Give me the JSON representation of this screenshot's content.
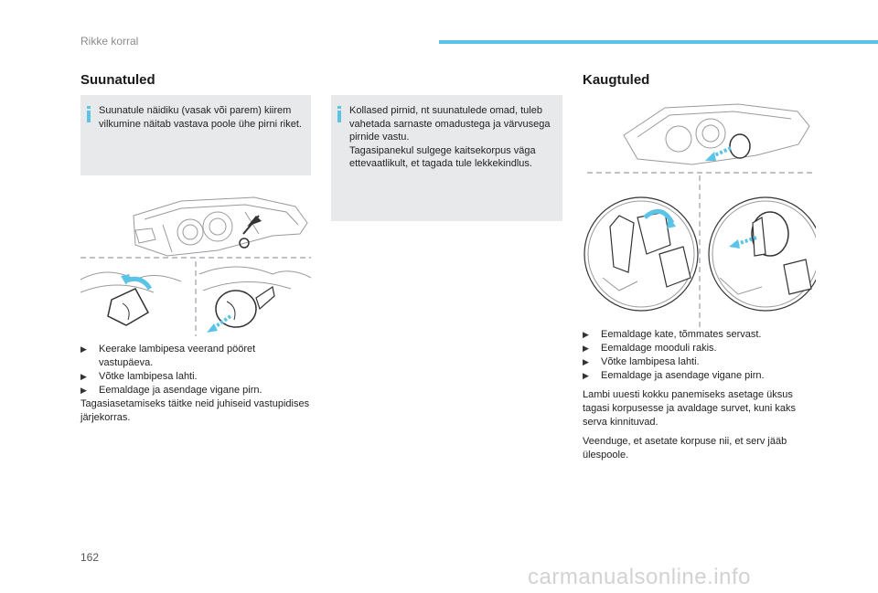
{
  "header": {
    "section": "Rikke korral",
    "accent_color": "#5bc3e6"
  },
  "left": {
    "title": "Suunatuled",
    "info1": "Suunatule näidiku (vasak või parem) kiirem vilkumine näitab vastava poole ühe pirni riket.",
    "steps": [
      "Keerake lambipesa veerand pööret vastupäeva.",
      "Võtke lambipesa lahti.",
      "Eemaldage ja asendage vigane pirn."
    ],
    "note": "Tagasiasetamiseks täitke neid juhiseid vastupidises järjekorras."
  },
  "middle": {
    "info_lines": [
      "Kollased pirnid, nt suunatulede omad, tuleb vahetada sarnaste omadustega ja värvusega pirnide vastu.",
      "Tagasipanekul sulgege kaitsekorpus väga ettevaatlikult, et tagada tule lekkekindlus."
    ]
  },
  "right": {
    "title": "Kaugtuled",
    "steps": [
      "Eemaldage kate, tõmmates servast.",
      "Eemaldage mooduli rakis.",
      "Võtke lambipesa lahti.",
      "Eemaldage ja asendage vigane pirn."
    ],
    "para1": "Lambi uuesti kokku panemiseks asetage üksus tagasi korpusesse ja avaldage survet, kuni kaks serva kinnituvad.",
    "para2": "Veenduge, et asetate korpuse nii, et serv jääb ülespoole."
  },
  "footer": {
    "page_number": "162",
    "watermark": "carmanualsonline.info"
  },
  "icons": {
    "step_bullet": "arrow-right-icon",
    "info": "info-icon"
  }
}
